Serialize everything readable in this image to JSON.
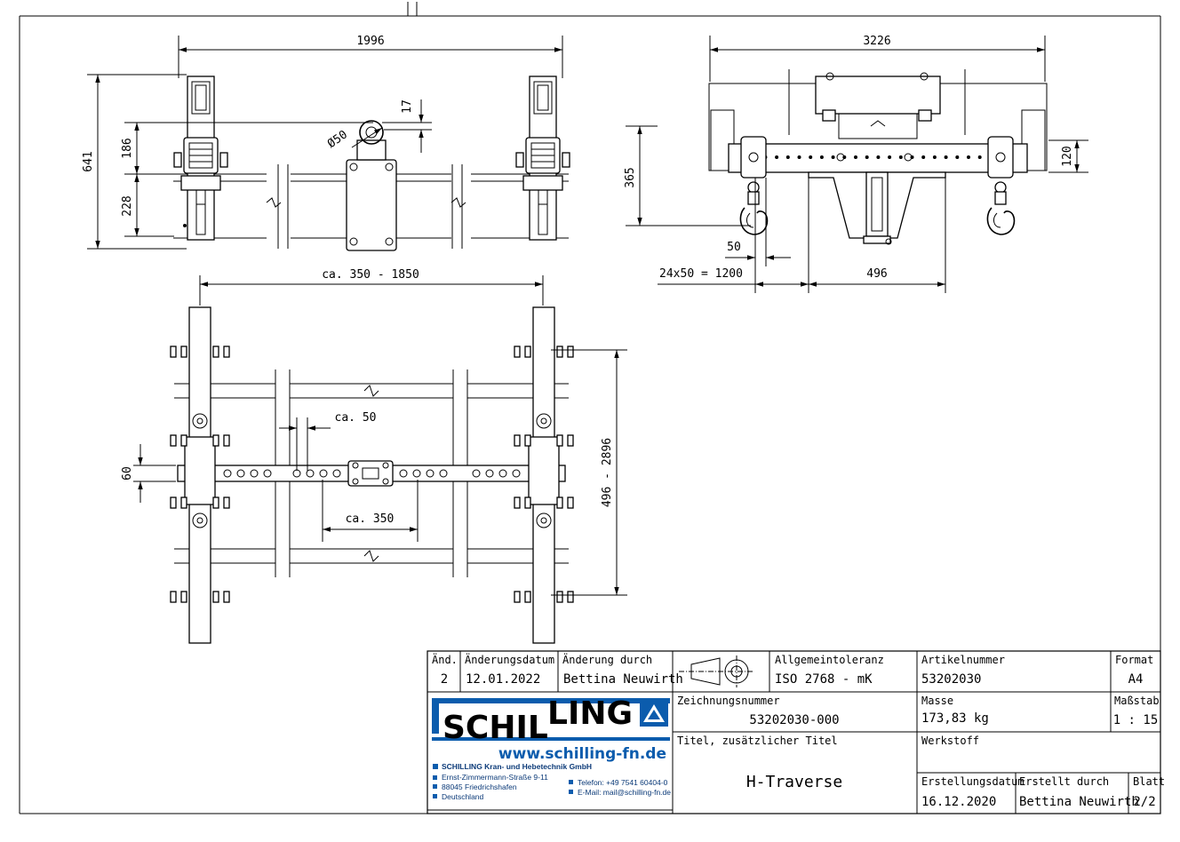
{
  "drawing": {
    "front_view": {
      "dim_width": "1996",
      "dim_height_total": "641",
      "dim_upper": "186",
      "dim_lower": "228",
      "dim_ring_diameter": "Ø50",
      "dim_ring_offset": "17"
    },
    "side_view": {
      "dim_width": "3226",
      "dim_height": "365",
      "dim_hole_pitch": "50",
      "dim_hole_row": "24x50 = 1200",
      "dim_center_width": "496",
      "dim_beam_height": "120"
    },
    "top_view": {
      "dim_span": "ca. 350 - 1850",
      "dim_pitch": "ca. 50",
      "dim_block": "ca. 350",
      "dim_beam_width": "60",
      "dim_range": "496 - 2896"
    }
  },
  "title_block": {
    "labels": {
      "revision": "Änd.",
      "change_date": "Änderungsdatum",
      "changed_by": "Änderung durch",
      "general_tolerance": "Allgemeintoleranz",
      "article_number": "Artikelnummer",
      "format": "Format",
      "drawing_number": "Zeichnungsnummer",
      "mass": "Masse",
      "scale": "Maßstab",
      "title": "Titel, zusätzlicher Titel",
      "material": "Werkstoff",
      "created_date": "Erstellungsdatum",
      "created_by": "Erstellt durch",
      "sheet": "Blatt"
    },
    "values": {
      "revision": "2",
      "change_date": "12.01.2022",
      "changed_by": "Bettina Neuwirth",
      "general_tolerance": "ISO 2768 - mK",
      "article_number": "53202030",
      "format": "A4",
      "drawing_number": "53202030-000",
      "mass": "173,83 kg",
      "scale": "1 : 15",
      "title": "H-Traverse",
      "material": "",
      "created_date": "16.12.2020",
      "created_by": "Bettina Neuwirth",
      "sheet": "2/2"
    },
    "company": {
      "logo_part1": "SCHIL",
      "logo_part2": "LING",
      "website": "www.schilling-fn.de",
      "name": "SCHILLING Kran- und Hebetechnik GmbH",
      "street": "Ernst-Zimmermann-Straße 9-11",
      "city": "88045 Friedrichshafen",
      "country": "Deutschland",
      "phone": "Telefon: +49 7541 60404-0",
      "email": "E-Mail: mail@schilling-fn.de"
    },
    "colors": {
      "brand_blue": "#0b5cad",
      "text_blue": "#0b3a78"
    }
  }
}
